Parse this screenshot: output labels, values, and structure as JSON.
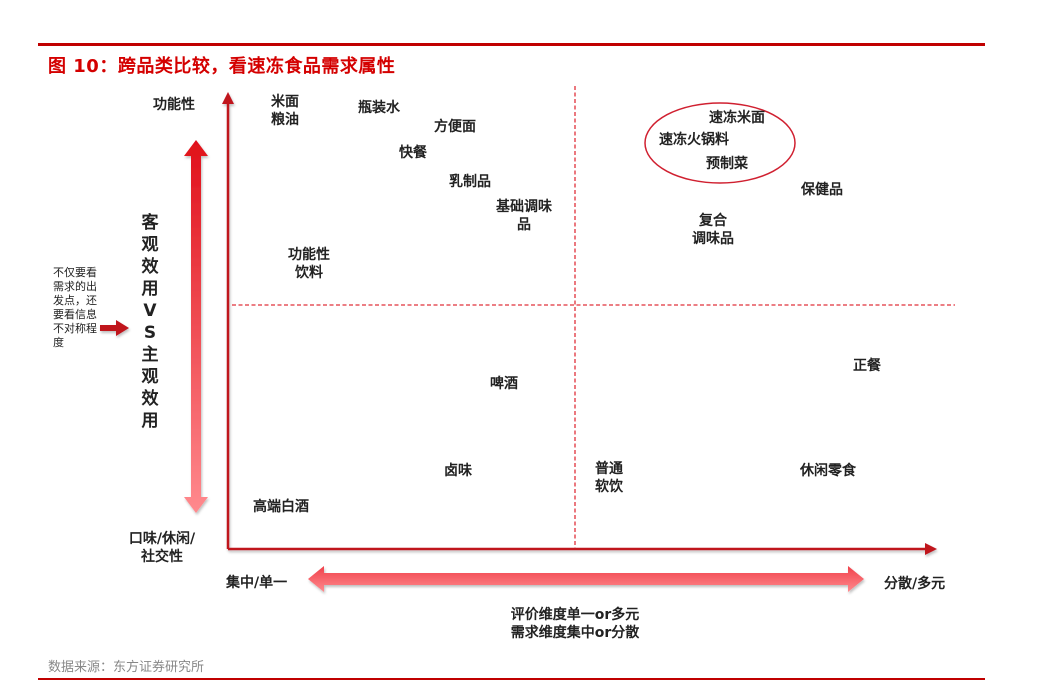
{
  "header": {
    "title": "图 10：跨品类比较，看速冻食品需求属性"
  },
  "chart": {
    "y_axis": {
      "top_label": "功能性",
      "bottom_label_line1": "口味/休闲/",
      "bottom_label_line2": "社交性",
      "dimension_label": "客观效用VS主观效用"
    },
    "x_axis": {
      "left_label": "集中/单一",
      "right_label": "分散/多元",
      "caption_line1": "评价维度单一or多元",
      "caption_line2": "需求维度集中or分散"
    },
    "side_note": "不仅要看需求的出发点，还要看信息不对称程度",
    "highlight_group": [
      "速冻米面",
      "速冻火锅料",
      "预制菜"
    ],
    "colors": {
      "accent": "#d40000",
      "axis": "#c0121f",
      "dashed": "#e0303a",
      "arrow_gradient_start": "#e0101a",
      "arrow_gradient_end": "#ff8a8e"
    }
  },
  "chart_data": {
    "type": "scatter",
    "title": "图 10：跨品类比较，看速冻食品需求属性",
    "xlabel": "评价维度单一or多元 / 需求维度集中or分散",
    "ylabel": "客观效用VS主观效用",
    "x_axis_ends": [
      "集中/单一",
      "分散/多元"
    ],
    "y_axis_ends": [
      "口味/休闲/社交性",
      "功能性"
    ],
    "quadrant_dividers": {
      "x": 0.5,
      "y": 0.5
    },
    "points": [
      {
        "label": "米面粮油",
        "x": 0.15,
        "y": 0.95
      },
      {
        "label": "瓶装水",
        "x": 0.25,
        "y": 0.96
      },
      {
        "label": "方便面",
        "x": 0.34,
        "y": 0.91
      },
      {
        "label": "快餐",
        "x": 0.27,
        "y": 0.86
      },
      {
        "label": "乳制品",
        "x": 0.36,
        "y": 0.8
      },
      {
        "label": "基础调味品",
        "x": 0.42,
        "y": 0.72
      },
      {
        "label": "功能性饮料",
        "x": 0.13,
        "y": 0.6
      },
      {
        "label": "啤酒",
        "x": 0.4,
        "y": 0.38
      },
      {
        "label": "卤味",
        "x": 0.33,
        "y": 0.18
      },
      {
        "label": "高端白酒",
        "x": 0.1,
        "y": 0.09
      },
      {
        "label": "普通软饮",
        "x": 0.54,
        "y": 0.16
      },
      {
        "label": "速冻米面",
        "x": 0.71,
        "y": 0.94
      },
      {
        "label": "速冻火锅料",
        "x": 0.67,
        "y": 0.88
      },
      {
        "label": "预制菜",
        "x": 0.72,
        "y": 0.82
      },
      {
        "label": "保健品",
        "x": 0.86,
        "y": 0.77
      },
      {
        "label": "复合调味品",
        "x": 0.69,
        "y": 0.69
      },
      {
        "label": "正餐",
        "x": 0.91,
        "y": 0.41
      },
      {
        "label": "休闲零食",
        "x": 0.86,
        "y": 0.18
      }
    ],
    "annotations": [
      "不仅要看需求的出发点，还要看信息不对称程度"
    ],
    "grid": false,
    "legend": null
  },
  "labels": {
    "mimian_line1": "米面",
    "mimian_line2": "粮油",
    "pingzhuangshui": "瓶装水",
    "fangbianmian": "方便面",
    "kuaican": "快餐",
    "ruzhipin": "乳制品",
    "jichu_line1": "基础调味",
    "jichu_line2": "品",
    "gongneng_line1": "功能性",
    "gongneng_line2": "饮料",
    "pijiu": "啤酒",
    "luwei": "卤味",
    "baijiu": "高端白酒",
    "ruanyin_line1": "普通",
    "ruanyin_line2": "软饮",
    "sudong_mimian": "速冻米面",
    "sudong_huoguo": "速冻火锅料",
    "yuzhicai": "预制菜",
    "baojianpin": "保健品",
    "fuhe_line1": "复合",
    "fuhe_line2": "调味品",
    "zhengcan": "正餐",
    "xiuxian": "休闲零食"
  },
  "footer": {
    "source": "数据来源：东方证券研究所"
  }
}
